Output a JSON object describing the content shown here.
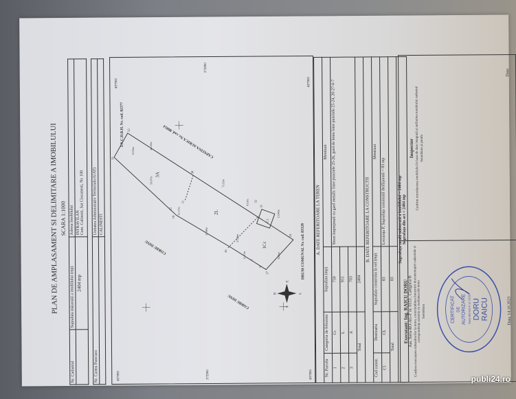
{
  "title": "PLAN DE AMPLASAMENT SI DELIMITARE A IMOBILULUI",
  "scale": "SCARA 1:1000",
  "header": {
    "nr_cadastral_label": "Nr. Cadastral",
    "nr_cadastral_value": "",
    "suprafata_label": "Suprafata măsurată a imobilului (mp)",
    "suprafata_value": "2404 mp",
    "adresa_label": "Adresa Imobilului",
    "adresa_line1": "INTRAVILAN",
    "adresa_line2": "Com. Calinesti, Sat Ciocanesti, Nr. 100",
    "carte_funciara_label": "Nr. Cartea Funciara",
    "uat_label": "Unitatea Administrativ Teritoriala (UAT)",
    "uat_value": "CALINESTI"
  },
  "plan": {
    "coords": [
      "497800",
      "497900",
      "497800",
      "497900",
      "372800",
      "372900",
      "372800"
    ],
    "neighbors": {
      "north": "I.N.C.D.B.H. Nr. cad. 82377",
      "east": "CAPATINA AURICA Nr. cad. 80814",
      "west_top": "CORBU DINU",
      "west_bottom": "CORBU DINU",
      "south": "DRUM COMUNAL Nr. cad. 83328"
    },
    "parcels": [
      "3A",
      "2L",
      "1Cc",
      "C1"
    ],
    "points": [
      "13",
      "25",
      "30",
      "11",
      "12",
      "10",
      "26",
      "31",
      "32",
      "24",
      "27",
      "6",
      "7"
    ],
    "distances": [
      "13.93m",
      "44.43m",
      "73.55m",
      "59.97m",
      "31.98m",
      "11.17m",
      "8.51m",
      "13.84m",
      "11.17m",
      "8.85m",
      "21.89m"
    ],
    "compass": [
      "N",
      "E",
      "S",
      "V"
    ]
  },
  "tableA": {
    "section_title": "A. DATE REFERITOARE LA TEREN",
    "headers": [
      "Nr. Parcela",
      "Categoria de folosinta",
      "Suprafata (mp)",
      "Mentiuni"
    ],
    "rows": [
      {
        "nr": "1",
        "cat": "Cc",
        "sup": "750"
      },
      {
        "nr": "2",
        "cat": "L",
        "sup": "951"
      },
      {
        "nr": "3",
        "cat": "A",
        "sup": "703"
      }
    ],
    "mentiuni": "Teren împrejmuit cu gard metalic între punctele 25-26, gard de lemn între punctele 25-24, 26-27-6-7",
    "total_label": "Total",
    "total_value": "2404"
  },
  "tableB": {
    "section_title": "B. DATE REFERITOARE LA CONSTRUCTII",
    "headers": [
      "Cod constr.",
      "Destinatia",
      "Suprafata construita la sol (mp)",
      "Mentiuni"
    ],
    "rows": [
      {
        "cod": "C1",
        "dest": "CL",
        "sup": "83",
        "ment": "Locuința P, Suprafața construită desfășurată = 83 mp"
      }
    ],
    "total_label": "Total",
    "total_value": "83"
  },
  "totals": {
    "line1": "Suprafața totală măsurată a imobilului = 2404 mp",
    "line2": "Suprafața din act = 2404 mp"
  },
  "executant": {
    "title": "Executant: Ing. RAICU DORU",
    "auth": "Aut. Seria RO-AG-F nr. 0153 , Categoria B",
    "text": "Confirm executarea măsurătorilor la teren, corectitudinea întocmirii documentației cadastrale și corespondența acesteia cu realitatea din teren",
    "sign_label": "Semnătura",
    "date": "Data: 14.10.2023"
  },
  "stamp": {
    "line1": "CERTIFICAT",
    "line2": "DE",
    "line3": "AUTORIZARE",
    "line4": "Seria RO-AG-F nr. 0153",
    "name1": "DORU",
    "name2": "RAICU",
    "ring": "AGENTIA NATIONALA DE CADASTRU SI PUBLICITATE IMOBILIARA • Categoria B",
    "color": "#3a4fa8"
  },
  "inspector": {
    "title": "Inspector",
    "text": "Confirm introducerea imobilului în baza de date integrată și atribuirea numărului cadastral",
    "sign_label": "Semnătura și parafa",
    "date_label": "Data"
  },
  "watermark": "publi24.ro"
}
